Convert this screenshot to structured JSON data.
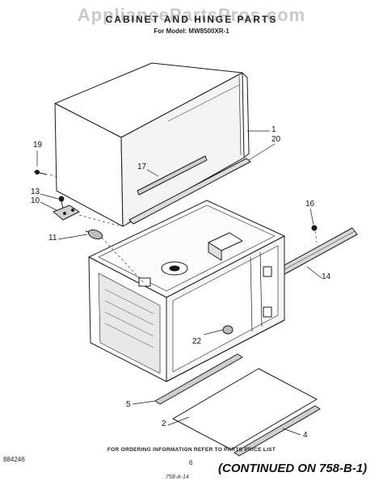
{
  "header": {
    "watermark": "AppliancePartsPros.com",
    "title": "CABINET AND HINGE PARTS",
    "model_line": "For Model: MW8500XR-1"
  },
  "callouts": {
    "c1": "1",
    "c20": "20",
    "c19": "19",
    "c17": "17",
    "c13": "13",
    "c10": "10",
    "c16": "16",
    "c11": "11",
    "c14": "14",
    "c22": "22",
    "c5": "5",
    "c2": "2",
    "c4": "4"
  },
  "footer": {
    "ordering_note": "FOR ORDERING INFORMATION REFER TO PARTS PRICE LIST",
    "doc_number": "884246",
    "page_number": "6",
    "continued": "(CONTINUED ON 758-B-1)",
    "handwritten": "758-A-14"
  }
}
